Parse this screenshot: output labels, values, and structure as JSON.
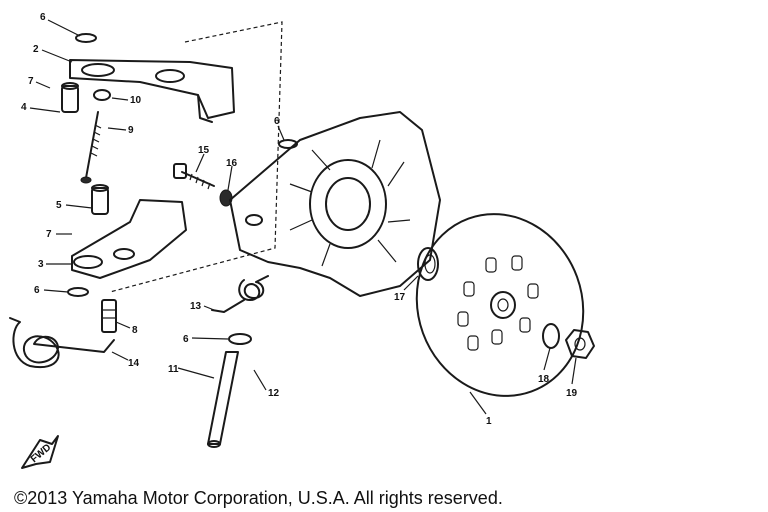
{
  "callouts": [
    "6",
    "2",
    "7",
    "4",
    "10",
    "9",
    "5",
    "7",
    "3",
    "6",
    "8",
    "14",
    "15",
    "16",
    "6",
    "13",
    "6",
    "11",
    "12",
    "17",
    "18",
    "19",
    "1"
  ],
  "fwd_marker": "FWD",
  "copyright": "©2013 Yamaha Motor Corporation, U.S.A. All rights reserved."
}
